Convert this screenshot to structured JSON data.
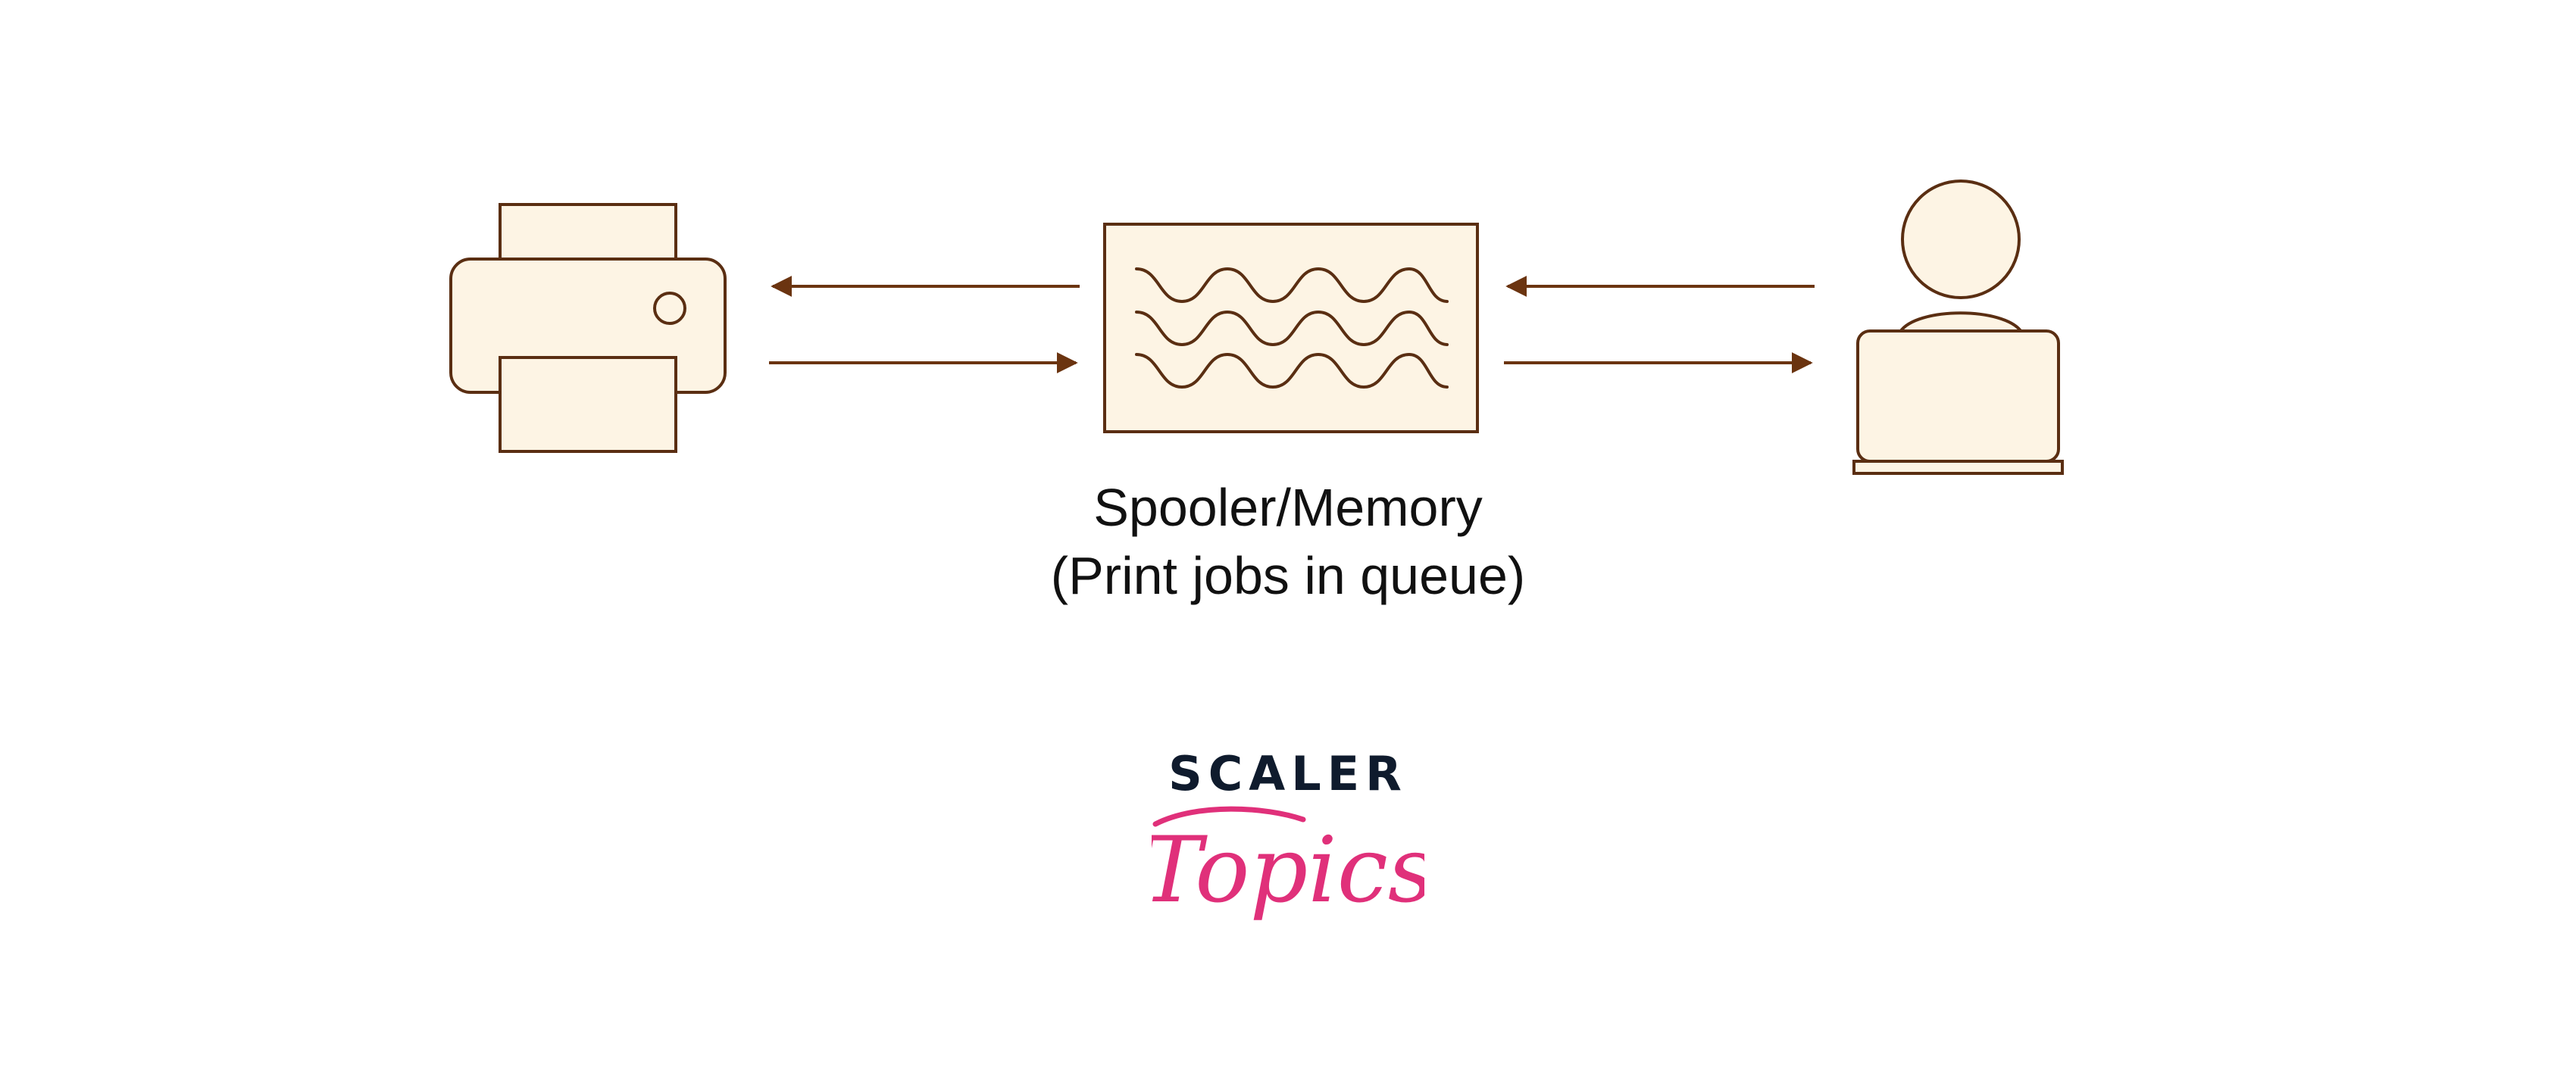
{
  "diagram": {
    "nodes": {
      "printer": {
        "icon": "printer-icon"
      },
      "spooler": {
        "icon": "spooler-memory-box",
        "label_line1": "Spooler/Memory",
        "label_line2": "(Print jobs in queue)"
      },
      "user": {
        "icon": "user-at-laptop-icon"
      }
    },
    "edges": [
      {
        "from": "spooler",
        "to": "printer"
      },
      {
        "from": "printer",
        "to": "spooler"
      },
      {
        "from": "user",
        "to": "spooler"
      },
      {
        "from": "spooler",
        "to": "user"
      }
    ]
  },
  "logo": {
    "word": "SCALER",
    "script": "Topics"
  },
  "colors": {
    "stroke": "#5a2e12",
    "arrow": "#6b3410",
    "fill": "#fdf4e4",
    "text": "#111111",
    "logo_word": "#0f1b2d",
    "logo_script": "#e0307a"
  }
}
